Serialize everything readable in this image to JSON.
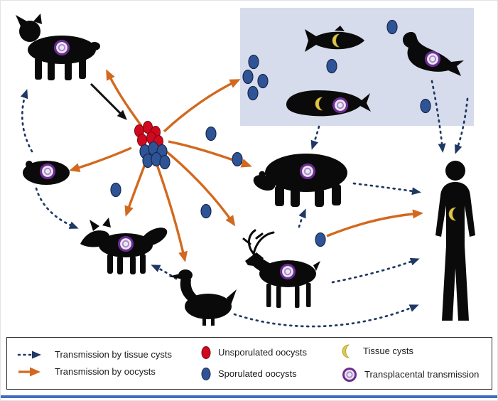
{
  "legend": {
    "items": [
      {
        "id": "tissue-cyst-arrow",
        "label": "Transmission by tissue cysts",
        "color": "#1F3864",
        "icon": "dashed-arrow"
      },
      {
        "id": "oocyst-arrow",
        "label": "Transmission by oocysts",
        "color": "#D2691E",
        "icon": "solid-arrow"
      },
      {
        "id": "unsporulated-oocysts",
        "label": "Unsporulated oocysts",
        "color": "#D00A1E",
        "icon": "red-oval"
      },
      {
        "id": "sporulated-oocysts",
        "label": "Sporulated oocysts",
        "color": "#2F5496",
        "icon": "blue-oval"
      },
      {
        "id": "tissue-cysts",
        "label": "Tissue cysts",
        "color": "#DFC84F",
        "icon": "yellow-crescent"
      },
      {
        "id": "transplacental-transmission",
        "label": "Transplacental transmission",
        "color": "#6B2D91",
        "icon": "purple-double-circle"
      }
    ]
  },
  "colors": {
    "background": "#FFFFFF",
    "marine_water_box": "#D7DCEC",
    "silhouette": "#0A0A0A",
    "oocyst_arrow": "#D2691E",
    "tissue_cyst_arrow": "#1F3864",
    "shedding_arrow": "#111111",
    "unsporulated_oocyst": "#D00A1E",
    "sporulated_oocyst": "#2F5496",
    "tissue_cyst": "#DFC84F",
    "transplacental_ring": "#6B2D91",
    "transplacental_fill": "#EDE6F4",
    "bottom_rule": "#3F6EC0"
  },
  "diagram": {
    "nodes": [
      {
        "id": "lynx",
        "icon": "lynx-icon",
        "markers": [
          "transplacental"
        ]
      },
      {
        "id": "lemming",
        "icon": "lemming-icon",
        "markers": [
          "transplacental"
        ]
      },
      {
        "id": "arctic-fox",
        "icon": "arctic-fox-icon",
        "markers": [
          "transplacental"
        ]
      },
      {
        "id": "goose",
        "icon": "goose-icon",
        "markers": []
      },
      {
        "id": "reindeer",
        "icon": "reindeer-icon",
        "markers": [
          "transplacental"
        ]
      },
      {
        "id": "polar-bear",
        "icon": "polar-bear-icon",
        "markers": [
          "transplacental"
        ]
      },
      {
        "id": "human",
        "icon": "human-icon",
        "markers": [
          "tissue-cysts"
        ]
      },
      {
        "id": "fish",
        "icon": "fish-icon",
        "markers": [
          "tissue-cysts"
        ]
      },
      {
        "id": "seal",
        "icon": "seal-icon",
        "markers": [
          "transplacental"
        ]
      },
      {
        "id": "whale",
        "icon": "whale-icon",
        "markers": [
          "tissue-cysts",
          "transplacental"
        ]
      },
      {
        "id": "oocyst-cluster",
        "icon": "oocyst-cluster-icon",
        "markers": []
      },
      {
        "id": "marine-water",
        "icon": "water-box",
        "markers": [
          "sporulated-oocysts"
        ]
      }
    ],
    "edges": [
      {
        "from": "lynx",
        "to": "oocyst-cluster",
        "type": "shedding"
      },
      {
        "from": "oocyst-cluster",
        "to": "lynx",
        "type": "oocysts"
      },
      {
        "from": "oocyst-cluster",
        "to": "marine-water",
        "type": "oocysts"
      },
      {
        "from": "oocyst-cluster",
        "to": "polar-bear",
        "type": "oocysts"
      },
      {
        "from": "oocyst-cluster",
        "to": "reindeer",
        "type": "oocysts"
      },
      {
        "from": "oocyst-cluster",
        "to": "goose",
        "type": "oocysts"
      },
      {
        "from": "oocyst-cluster",
        "to": "arctic-fox",
        "type": "oocysts"
      },
      {
        "from": "oocyst-cluster",
        "to": "lemming",
        "type": "oocysts"
      },
      {
        "from": "reindeer",
        "to": "human",
        "type": "oocysts"
      },
      {
        "from": "lemming",
        "to": "lynx",
        "type": "tissue-cysts"
      },
      {
        "from": "lemming",
        "to": "arctic-fox",
        "type": "tissue-cysts"
      },
      {
        "from": "goose",
        "to": "arctic-fox",
        "type": "tissue-cysts"
      },
      {
        "from": "whale",
        "to": "polar-bear",
        "type": "tissue-cysts"
      },
      {
        "from": "seal",
        "to": "human",
        "type": "tissue-cysts"
      },
      {
        "from": "marine-water",
        "to": "human",
        "type": "tissue-cysts"
      },
      {
        "from": "polar-bear",
        "to": "human",
        "type": "tissue-cysts"
      },
      {
        "from": "reindeer",
        "to": "polar-bear",
        "type": "tissue-cysts"
      },
      {
        "from": "goose",
        "to": "human",
        "type": "tissue-cysts"
      },
      {
        "from": "reindeer",
        "to": "human",
        "type": "tissue-cysts"
      }
    ]
  }
}
